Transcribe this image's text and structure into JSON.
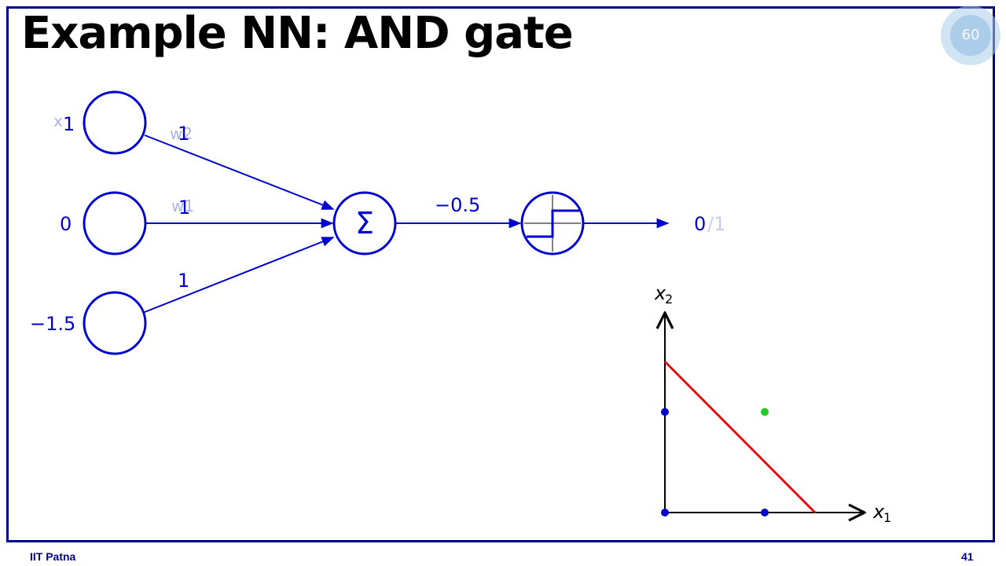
{
  "slide": {
    "title": "Example NN: AND gate",
    "timer_value": "60",
    "footer_left": "IIT Patna",
    "page_number": "41"
  },
  "network": {
    "inputs": [
      {
        "ghost": "x",
        "value": "1"
      },
      {
        "ghost": "",
        "value": "0"
      },
      {
        "ghost": "",
        "value": "−1.5"
      }
    ],
    "weights": [
      {
        "value": "1",
        "ghost": "w2"
      },
      {
        "value": "1",
        "ghost": "w1"
      },
      {
        "value": "1",
        "ghost": ""
      }
    ],
    "sum_symbol": "Σ",
    "sum_output": "−0.5",
    "output": {
      "value": "0",
      "ghost": "/1"
    }
  },
  "plot": {
    "y_axis_label": "x",
    "y_axis_subscript": "2",
    "x_axis_label": "x",
    "x_axis_subscript": "1"
  },
  "colors": {
    "diagram": "#0000cc",
    "frame": "#00008c",
    "boundary": "#e01010",
    "positive_point": "#22cc22",
    "negative_point": "#0000cc",
    "axis": "#000000"
  }
}
